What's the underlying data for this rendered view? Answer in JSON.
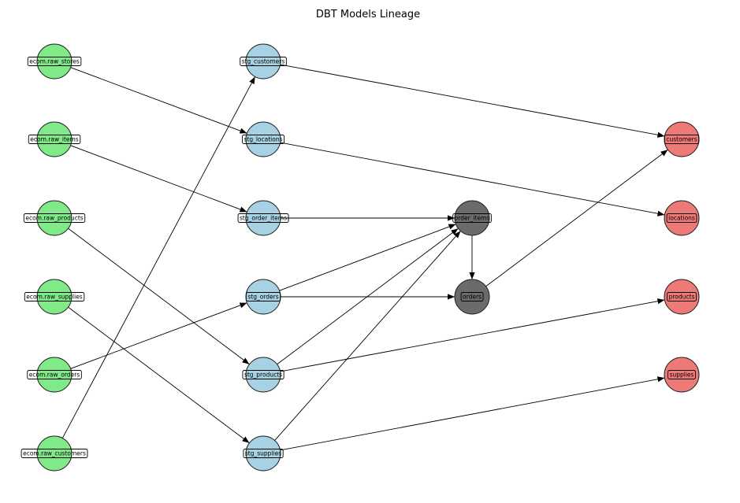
{
  "title": "DBT Models Lineage",
  "colors": {
    "source": "#80ea88",
    "staging": "#a6d2e4",
    "intermediate": "#6b6b6b",
    "mart": "#ee7a78",
    "edge": "#000000"
  },
  "nodes": [
    {
      "id": "ecom.raw_stores",
      "label": "ecom.raw_stores",
      "group": "source"
    },
    {
      "id": "ecom.raw_items",
      "label": "ecom.raw_items",
      "group": "source"
    },
    {
      "id": "ecom.raw_products",
      "label": "ecom.raw_products",
      "group": "source"
    },
    {
      "id": "ecom.raw_supplies",
      "label": "ecom.raw_supplies",
      "group": "source"
    },
    {
      "id": "ecom.raw_orders",
      "label": "ecom.raw_orders",
      "group": "source"
    },
    {
      "id": "ecom.raw_customers",
      "label": "ecom.raw_customers",
      "group": "source"
    },
    {
      "id": "stg_customers",
      "label": "stg_customers",
      "group": "staging"
    },
    {
      "id": "stg_locations",
      "label": "stg_locations",
      "group": "staging"
    },
    {
      "id": "stg_order_items",
      "label": "stg_order_items",
      "group": "staging"
    },
    {
      "id": "stg_orders",
      "label": "stg_orders",
      "group": "staging"
    },
    {
      "id": "stg_products",
      "label": "stg_products",
      "group": "staging"
    },
    {
      "id": "stg_supplies",
      "label": "stg_supplies",
      "group": "staging"
    },
    {
      "id": "order_items",
      "label": "order_items",
      "group": "intermediate"
    },
    {
      "id": "orders",
      "label": "orders",
      "group": "intermediate"
    },
    {
      "id": "customers",
      "label": "customers",
      "group": "mart"
    },
    {
      "id": "locations",
      "label": "locations",
      "group": "mart"
    },
    {
      "id": "products",
      "label": "products",
      "group": "mart"
    },
    {
      "id": "supplies",
      "label": "supplies",
      "group": "mart"
    }
  ],
  "edges": [
    {
      "from": "ecom.raw_stores",
      "to": "stg_locations"
    },
    {
      "from": "ecom.raw_items",
      "to": "stg_order_items"
    },
    {
      "from": "ecom.raw_products",
      "to": "stg_products"
    },
    {
      "from": "ecom.raw_supplies",
      "to": "stg_supplies"
    },
    {
      "from": "ecom.raw_orders",
      "to": "stg_orders"
    },
    {
      "from": "ecom.raw_customers",
      "to": "stg_customers"
    },
    {
      "from": "stg_customers",
      "to": "customers"
    },
    {
      "from": "stg_locations",
      "to": "locations"
    },
    {
      "from": "stg_order_items",
      "to": "order_items"
    },
    {
      "from": "stg_orders",
      "to": "order_items"
    },
    {
      "from": "stg_orders",
      "to": "orders"
    },
    {
      "from": "stg_products",
      "to": "order_items"
    },
    {
      "from": "stg_products",
      "to": "products"
    },
    {
      "from": "stg_supplies",
      "to": "order_items"
    },
    {
      "from": "stg_supplies",
      "to": "supplies"
    },
    {
      "from": "order_items",
      "to": "orders"
    },
    {
      "from": "orders",
      "to": "customers"
    }
  ]
}
